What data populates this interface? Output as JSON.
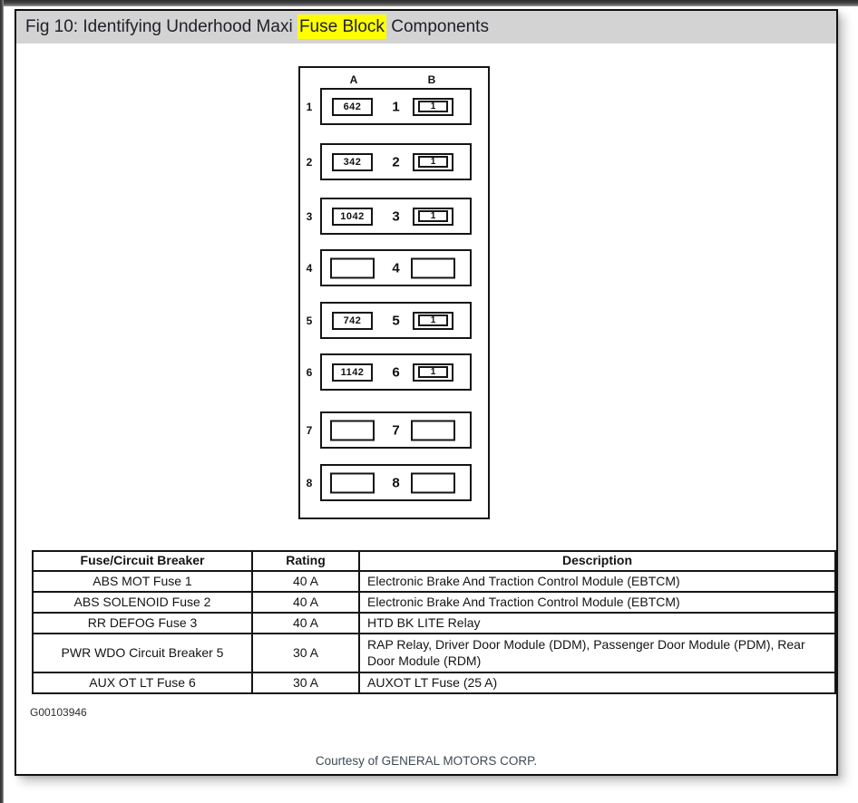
{
  "title_bar": {
    "prefix": "Fig 10: Identifying Underhood Maxi ",
    "highlight": "Fuse Block",
    "suffix": " Components"
  },
  "diagram": {
    "column_labels": [
      "A",
      "B"
    ],
    "rows": [
      {
        "label": "1",
        "a": "642",
        "number": "1",
        "b": "1"
      },
      {
        "label": "2",
        "a": "342",
        "number": "2",
        "b": "1"
      },
      {
        "label": "3",
        "a": "1042",
        "number": "3",
        "b": "1"
      },
      {
        "label": "4",
        "a": "",
        "number": "4",
        "b": ""
      },
      {
        "label": "5",
        "a": "742",
        "number": "5",
        "b": "1"
      },
      {
        "label": "6",
        "a": "1142",
        "number": "6",
        "b": "1"
      },
      {
        "label": "7",
        "a": "",
        "number": "7",
        "b": ""
      },
      {
        "label": "8",
        "a": "",
        "number": "8",
        "b": ""
      }
    ]
  },
  "table": {
    "headers": [
      "Fuse/Circuit Breaker",
      "Rating",
      "Description"
    ],
    "rows": [
      [
        "ABS MOT Fuse 1",
        "40 A",
        "Electronic Brake And Traction Control Module (EBTCM)"
      ],
      [
        "ABS SOLENOID Fuse 2",
        "40 A",
        "Electronic Brake And Traction Control Module (EBTCM)"
      ],
      [
        "RR DEFOG Fuse 3",
        "40 A",
        "HTD BK LITE Relay"
      ],
      [
        "PWR WDO Circuit Breaker 5",
        "30 A",
        "RAP Relay, Driver Door Module (DDM), Passenger Door Module (PDM), Rear Door Module (RDM)"
      ],
      [
        "AUX OT LT Fuse 6",
        "30 A",
        "AUXOT LT Fuse (25 A)"
      ]
    ]
  },
  "figure_id": "G00103946",
  "credit": "Courtesy of GENERAL MOTORS CORP.",
  "colors": {
    "highlight": "#ffff00",
    "title_band": "#d3d3d3",
    "credit_text": "#3e4a54",
    "line_color": "#151515"
  }
}
